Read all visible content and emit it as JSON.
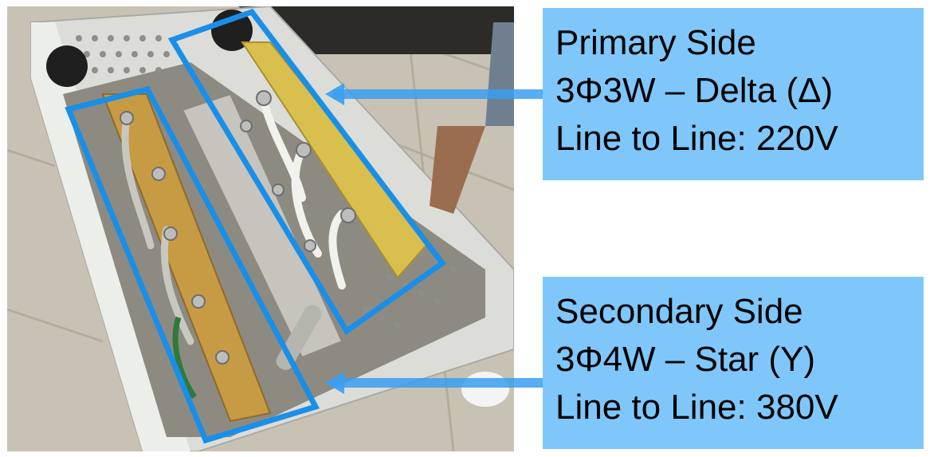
{
  "callouts": {
    "primary": {
      "line1": "Primary Side",
      "line2": "3Φ3W – Delta (Δ)",
      "line3": "Line to Line: 220V"
    },
    "secondary": {
      "line1": "Secondary Side",
      "line2": "3Φ4W – Star (Y)",
      "line3": "Line to Line: 380V"
    }
  },
  "colors": {
    "callout_fill": "#7fc7fb",
    "outline_blue": "#1a8fe8",
    "board_yellow": "#d9c04e",
    "enclosure_grey": "#d7d8d4"
  },
  "icons": {
    "photo": "transformer-enclosure-photo"
  }
}
